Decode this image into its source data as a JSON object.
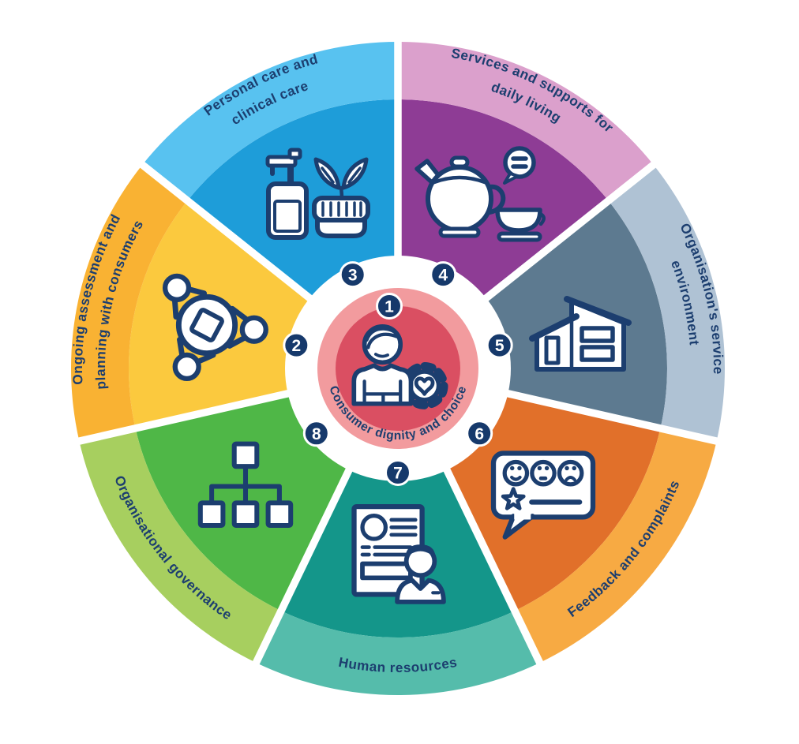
{
  "colors": {
    "navy": "#1C3E6F",
    "page_background": "#FFFFFF",
    "divider": "#FFFFFF",
    "badge_fill": "#16396B",
    "badge_ring": "#FFFFFF",
    "badge_text": "#FFFFFF"
  },
  "center": {
    "number": "1",
    "label": "Consumer dignity and choice",
    "icon": "person-heart-gear-icon",
    "outer_ring_color": "#F29B9E",
    "inner_circle_color": "#DA4F62"
  },
  "segments": [
    {
      "number": "2",
      "label": "Ongoing assessment and planning with consumers",
      "label_lines": [
        "Ongoing assessment and",
        "planning with consumers"
      ],
      "icon": "people-around-table-icon",
      "inner_color": "#FBC93E",
      "outer_color": "#F9B233",
      "text_direction": "clockwise"
    },
    {
      "number": "3",
      "label": "Personal care and clinical care",
      "label_lines": [
        "Personal care and",
        "clinical care"
      ],
      "icon": "toiletries-icon",
      "inner_color": "#1E9DD9",
      "outer_color": "#58C2F0",
      "text_direction": "clockwise"
    },
    {
      "number": "4",
      "label": "Services and supports for daily living",
      "label_lines": [
        "Services and supports for",
        "daily living"
      ],
      "icon": "teapot-icon",
      "inner_color": "#8E3C95",
      "outer_color": "#DBA0CC",
      "text_direction": "clockwise"
    },
    {
      "number": "5",
      "label": "Organisation's service environment",
      "label_lines": [
        "Organisation's service",
        "environment"
      ],
      "icon": "house-icon",
      "inner_color": "#5D7A90",
      "outer_color": "#AFC2D4",
      "text_direction": "clockwise"
    },
    {
      "number": "6",
      "label": "Feedback and complaints",
      "label_lines": [
        "Feedback and complaints"
      ],
      "icon": "feedback-faces-icon",
      "inner_color": "#E1702A",
      "outer_color": "#F7AA43",
      "text_direction": "reversed"
    },
    {
      "number": "7",
      "label": "Human resources",
      "label_lines": [
        "Human resources"
      ],
      "icon": "cv-person-icon",
      "inner_color": "#14968A",
      "outer_color": "#55BCAB",
      "text_direction": "reversed"
    },
    {
      "number": "8",
      "label": "Organisational governance",
      "label_lines": [
        "Organisational governance"
      ],
      "icon": "org-chart-icon",
      "inner_color": "#4FB747",
      "outer_color": "#A7CF5F",
      "text_direction": "reversed"
    }
  ]
}
